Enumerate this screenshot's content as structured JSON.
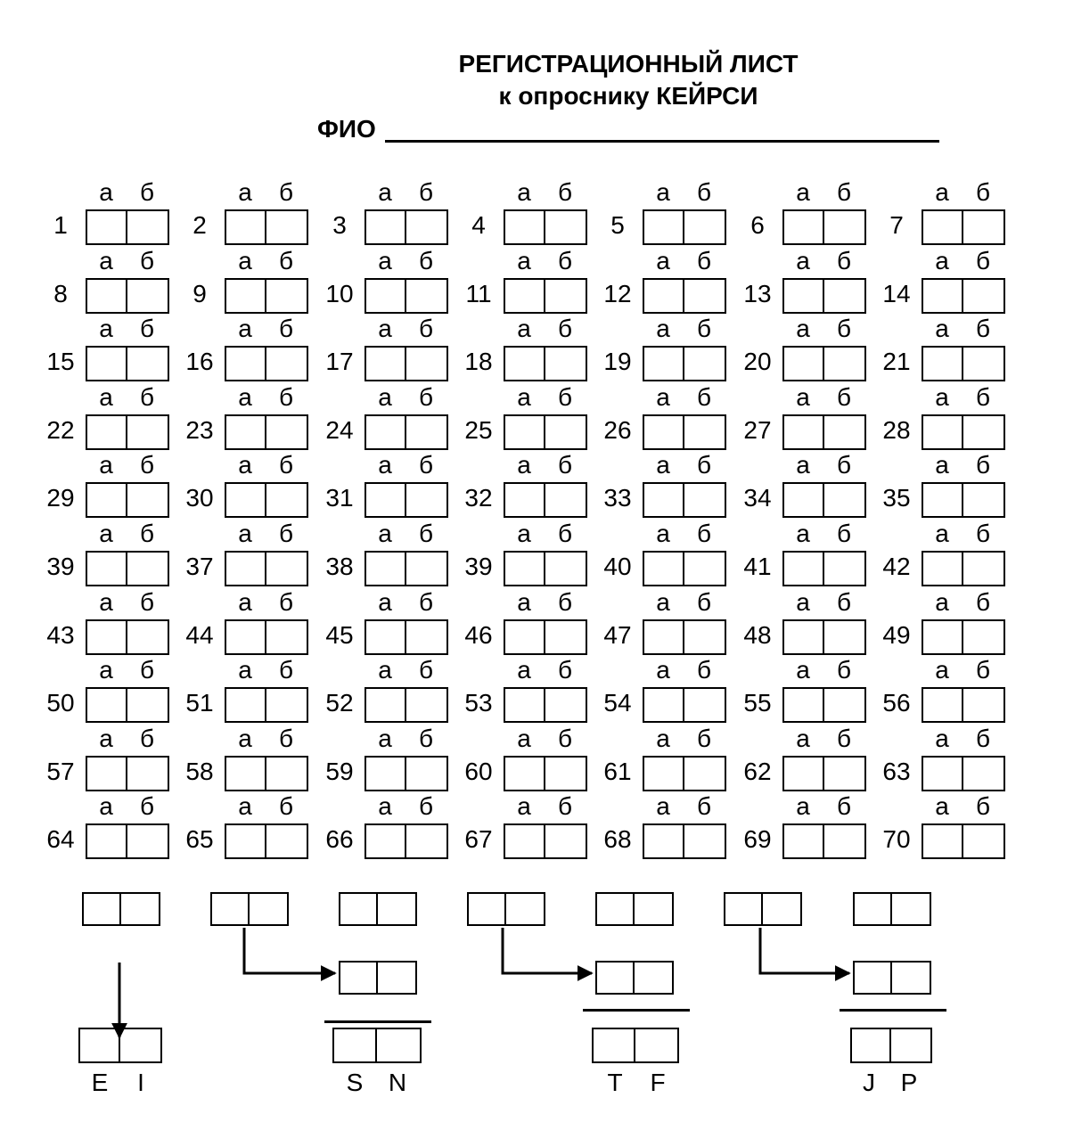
{
  "header": {
    "title_line1": "РЕГИСТРАЦИОННЫЙ ЛИСТ",
    "title_line2": "к опроснику КЕЙРСИ",
    "fio_label": "ФИО"
  },
  "answer_labels": {
    "a": "а",
    "b": "б"
  },
  "grid": [
    [
      "1",
      "2",
      "3",
      "4",
      "5",
      "6",
      "7"
    ],
    [
      "8",
      "9",
      "10",
      "11",
      "12",
      "13",
      "14"
    ],
    [
      "15",
      "16",
      "17",
      "18",
      "19",
      "20",
      "21"
    ],
    [
      "22",
      "23",
      "24",
      "25",
      "26",
      "27",
      "28"
    ],
    [
      "29",
      "30",
      "31",
      "32",
      "33",
      "34",
      "35"
    ],
    [
      "39",
      "37",
      "38",
      "39",
      "40",
      "41",
      "42"
    ],
    [
      "43",
      "44",
      "45",
      "46",
      "47",
      "48",
      "49"
    ],
    [
      "50",
      "51",
      "52",
      "53",
      "54",
      "55",
      "56"
    ],
    [
      "57",
      "58",
      "59",
      "60",
      "61",
      "62",
      "63"
    ],
    [
      "64",
      "65",
      "66",
      "67",
      "68",
      "69",
      "70"
    ]
  ],
  "scales": [
    {
      "name": "E-I",
      "letters": [
        "E",
        "I"
      ]
    },
    {
      "name": "S-N",
      "letters": [
        "S",
        "N"
      ]
    },
    {
      "name": "T-F",
      "letters": [
        "T",
        "F"
      ]
    },
    {
      "name": "J-P",
      "letters": [
        "J",
        "P"
      ]
    }
  ]
}
